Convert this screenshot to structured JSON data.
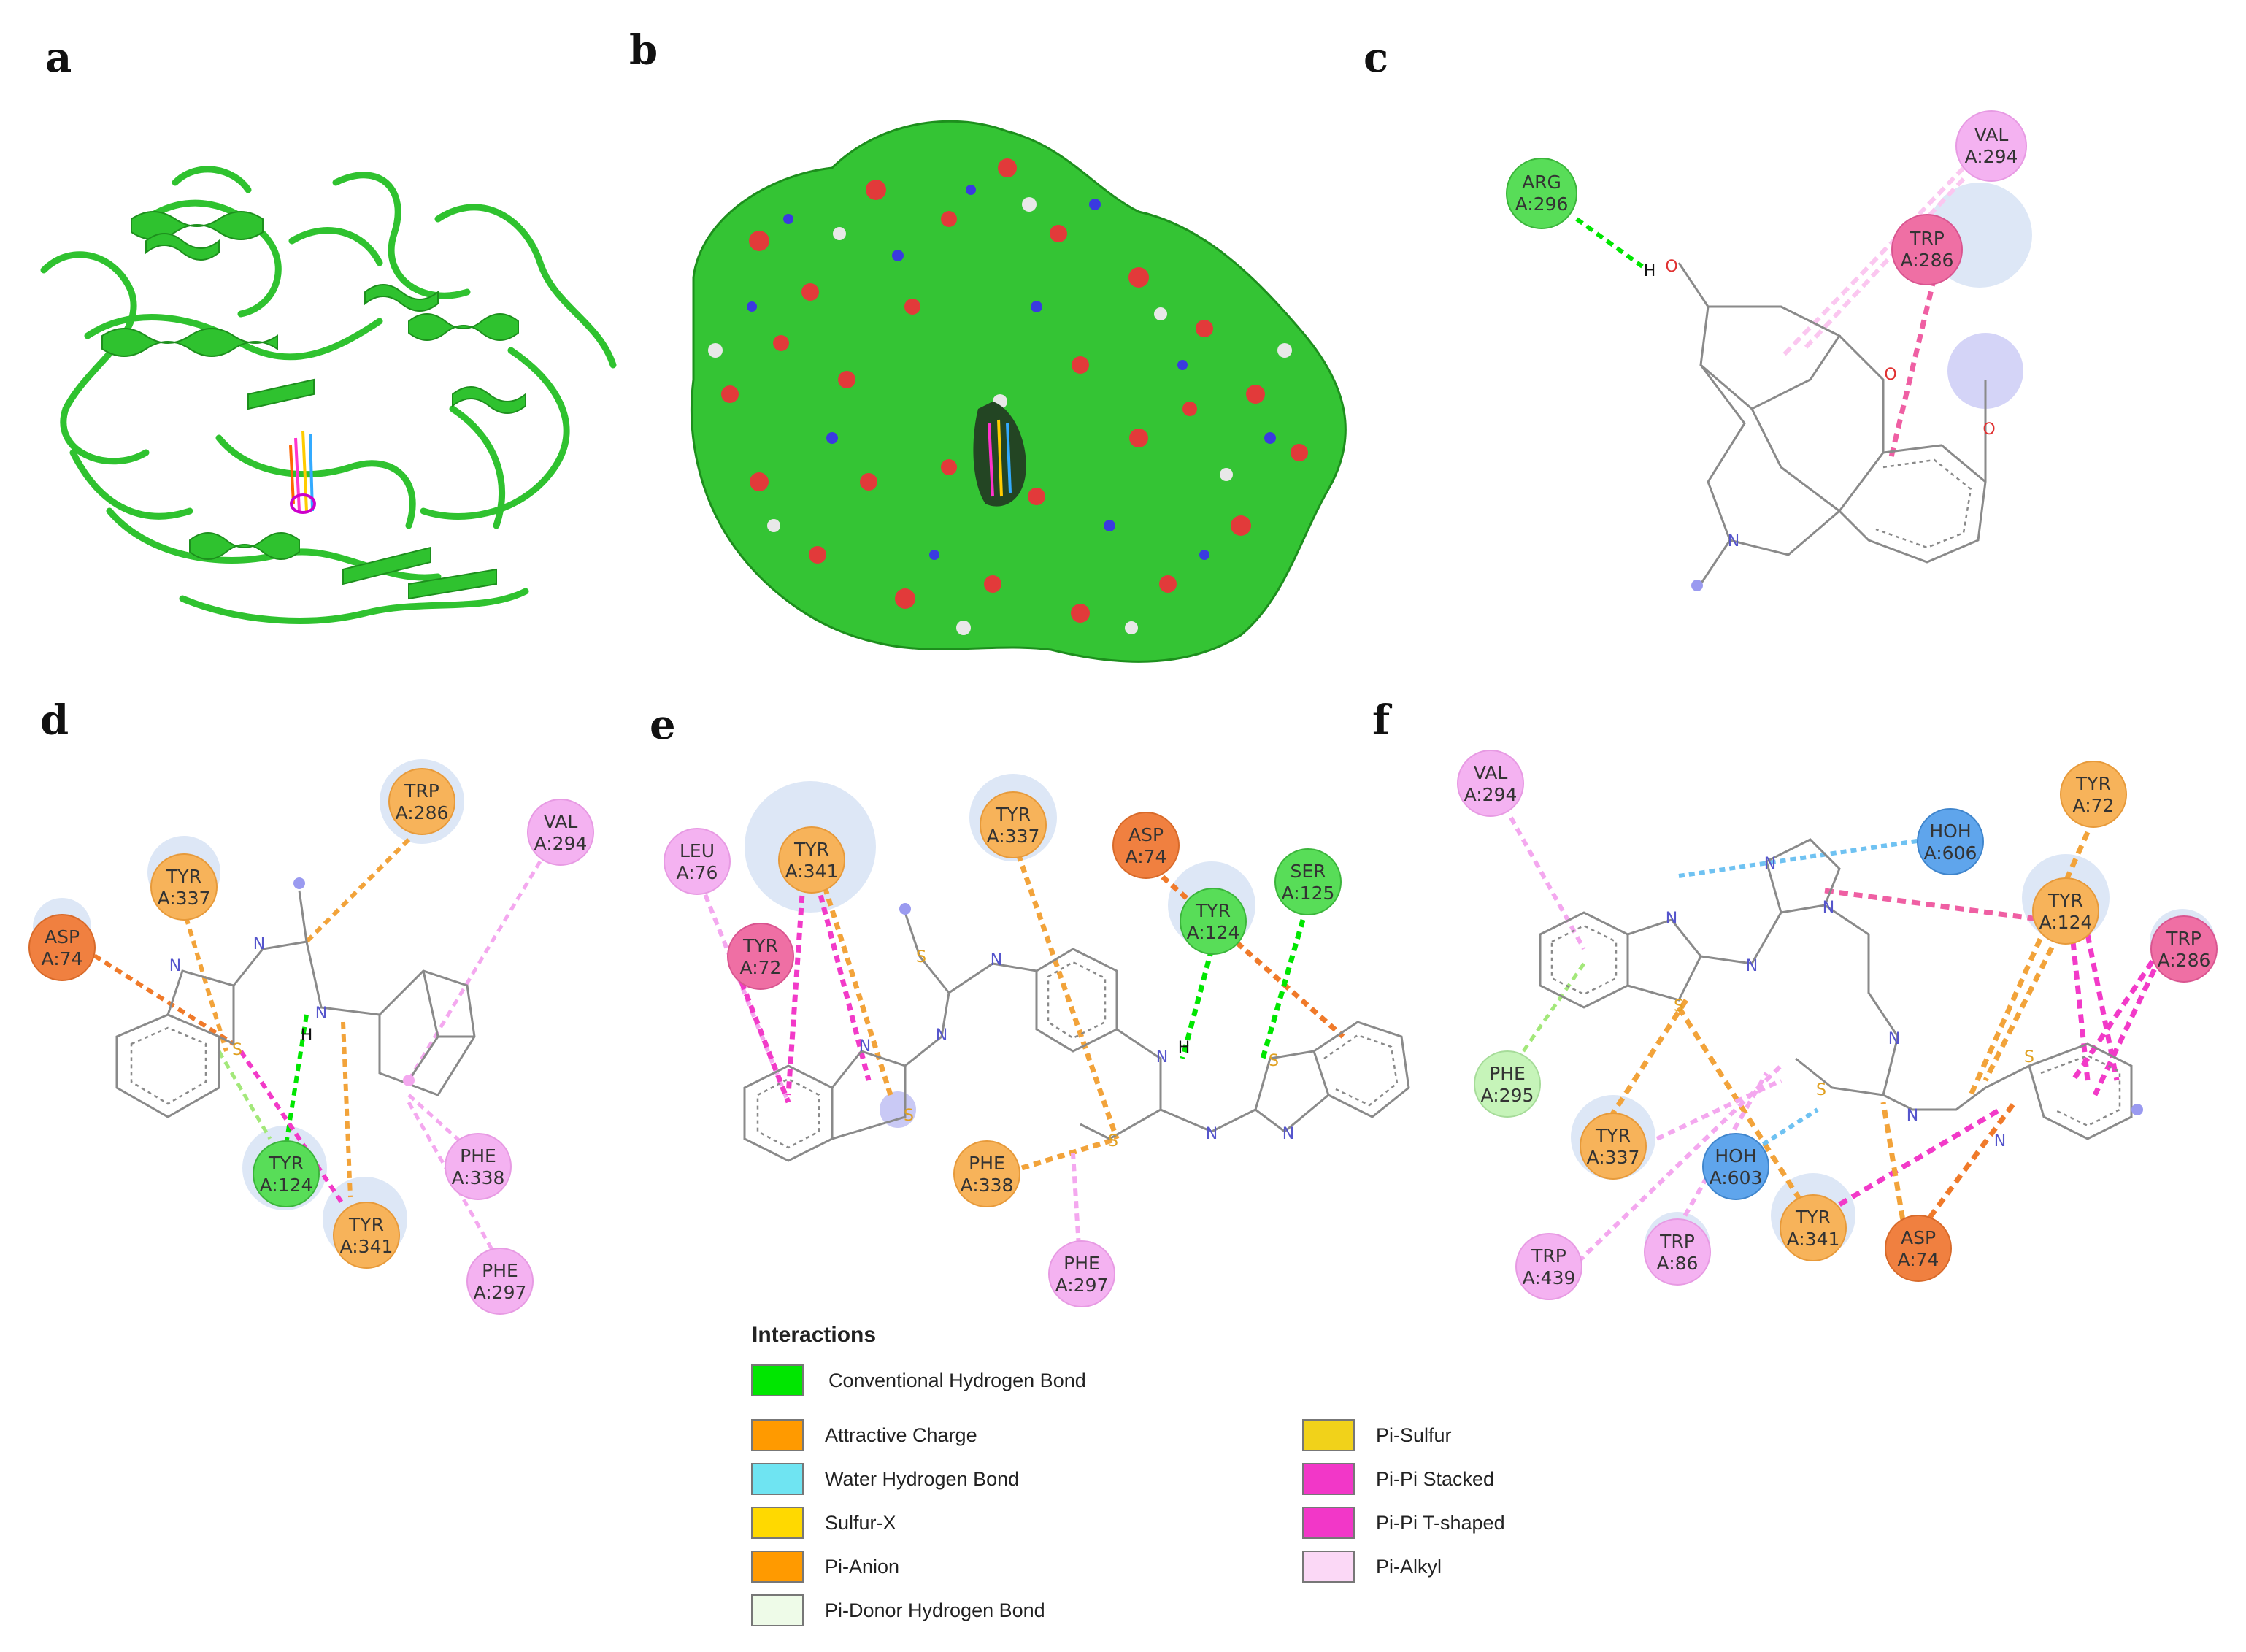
{
  "panels": {
    "a": "a",
    "b": "b",
    "c": "c",
    "d": "d",
    "e": "e",
    "f": "f"
  },
  "colors": {
    "conventional_hbond": "#00e600",
    "attractive_charge": "#ff9a00",
    "water_hbond": "#6fe4f2",
    "sulfur_x": "#ffd900",
    "pi_anion": "#ff9a00",
    "pi_donor_hbond": "#eefbe8",
    "pi_sulfur": "#f1d21a",
    "pi_pi_stacked": "#f237c8",
    "pi_pi_tshaped": "#f237c8",
    "pi_alkyl": "#fbd8f6",
    "protein_green": "#2fc22f"
  },
  "residues": {
    "c": [
      {
        "name": "ARG",
        "id": "A:296",
        "color": "green"
      },
      {
        "name": "VAL",
        "id": "A:294",
        "color": "pink"
      },
      {
        "name": "TRP",
        "id": "A:286",
        "color": "magenta"
      }
    ],
    "d": [
      {
        "name": "TRP",
        "id": "A:286",
        "color": "orange"
      },
      {
        "name": "VAL",
        "id": "A:294",
        "color": "pink"
      },
      {
        "name": "TYR",
        "id": "A:337",
        "color": "orange"
      },
      {
        "name": "ASP",
        "id": "A:74",
        "color": "darkorange"
      },
      {
        "name": "TYR",
        "id": "A:124",
        "color": "green"
      },
      {
        "name": "TYR",
        "id": "A:341",
        "color": "orange"
      },
      {
        "name": "PHE",
        "id": "A:338",
        "color": "pink"
      },
      {
        "name": "PHE",
        "id": "A:297",
        "color": "pink"
      }
    ],
    "e": [
      {
        "name": "LEU",
        "id": "A:76",
        "color": "pink"
      },
      {
        "name": "TYR",
        "id": "A:341",
        "color": "orange"
      },
      {
        "name": "TYR",
        "id": "A:337",
        "color": "orange"
      },
      {
        "name": "ASP",
        "id": "A:74",
        "color": "darkorange"
      },
      {
        "name": "SER",
        "id": "A:125",
        "color": "green"
      },
      {
        "name": "TYR",
        "id": "A:72",
        "color": "magenta"
      },
      {
        "name": "TYR",
        "id": "A:124",
        "color": "green"
      },
      {
        "name": "PHE",
        "id": "A:338",
        "color": "orange"
      },
      {
        "name": "PHE",
        "id": "A:297",
        "color": "pink"
      }
    ],
    "f": [
      {
        "name": "VAL",
        "id": "A:294",
        "color": "pink"
      },
      {
        "name": "TYR",
        "id": "A:72",
        "color": "orange"
      },
      {
        "name": "HOH",
        "id": "A:606",
        "color": "blue"
      },
      {
        "name": "TYR",
        "id": "A:124",
        "color": "orange"
      },
      {
        "name": "TRP",
        "id": "A:286",
        "color": "magenta"
      },
      {
        "name": "PHE",
        "id": "A:295",
        "color": "lightgreen"
      },
      {
        "name": "TYR",
        "id": "A:337",
        "color": "orange"
      },
      {
        "name": "HOH",
        "id": "A:603",
        "color": "blue"
      },
      {
        "name": "TYR",
        "id": "A:341",
        "color": "orange"
      },
      {
        "name": "ASP",
        "id": "A:74",
        "color": "darkorange"
      },
      {
        "name": "TRP",
        "id": "A:439",
        "color": "pink"
      },
      {
        "name": "TRP",
        "id": "A:86",
        "color": "pink"
      }
    ]
  },
  "atoms": {
    "h": "H",
    "hydroxyl": "H"
  },
  "legend": {
    "title": "Interactions",
    "items": [
      {
        "label": "Conventional Hydrogen Bond",
        "color": "#00e600"
      },
      {
        "label": "Attractive Charge",
        "color": "#ff9a00"
      },
      {
        "label": "Water Hydrogen Bond",
        "color": "#6fe4f2"
      },
      {
        "label": "Sulfur-X",
        "color": "#ffd900"
      },
      {
        "label": "Pi-Anion",
        "color": "#ff9a00"
      },
      {
        "label": "Pi-Donor Hydrogen Bond",
        "color": "#eefbe8"
      },
      {
        "label": "Pi-Sulfur",
        "color": "#f1d21a"
      },
      {
        "label": "Pi-Pi Stacked",
        "color": "#f237c8"
      },
      {
        "label": "Pi-Pi T-shaped",
        "color": "#f237c8"
      },
      {
        "label": "Pi-Alkyl",
        "color": "#fbd8f6"
      }
    ]
  }
}
